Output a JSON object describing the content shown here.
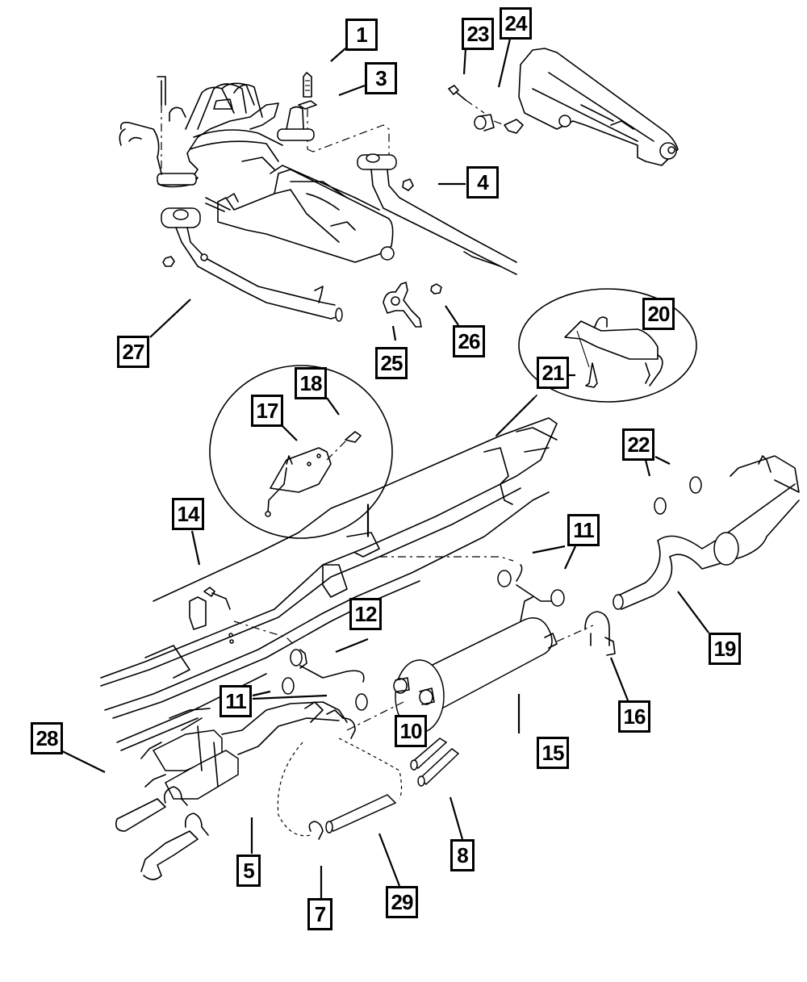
{
  "diagram": {
    "title": "Exhaust System Exploded Parts View",
    "callouts": [
      {
        "id": "c1",
        "label": "1"
      },
      {
        "id": "c3",
        "label": "3"
      },
      {
        "id": "c4",
        "label": "4"
      },
      {
        "id": "c5",
        "label": "5"
      },
      {
        "id": "c7",
        "label": "7"
      },
      {
        "id": "c8",
        "label": "8"
      },
      {
        "id": "c10",
        "label": "10"
      },
      {
        "id": "c11a",
        "label": "11"
      },
      {
        "id": "c11b",
        "label": "11"
      },
      {
        "id": "c12",
        "label": "12"
      },
      {
        "id": "c14",
        "label": "14"
      },
      {
        "id": "c15",
        "label": "15"
      },
      {
        "id": "c16",
        "label": "16"
      },
      {
        "id": "c17",
        "label": "17"
      },
      {
        "id": "c18",
        "label": "18"
      },
      {
        "id": "c19",
        "label": "19"
      },
      {
        "id": "c20",
        "label": "20"
      },
      {
        "id": "c21",
        "label": "21"
      },
      {
        "id": "c22",
        "label": "22"
      },
      {
        "id": "c23",
        "label": "23"
      },
      {
        "id": "c24",
        "label": "24"
      },
      {
        "id": "c25",
        "label": "25"
      },
      {
        "id": "c26",
        "label": "26"
      },
      {
        "id": "c27",
        "label": "27"
      },
      {
        "id": "c28",
        "label": "28"
      },
      {
        "id": "c29",
        "label": "29"
      }
    ],
    "parts": [
      "exhaust-manifold",
      "manifold-gasket",
      "manifold-bolt",
      "transmission",
      "front-pipe-left",
      "front-pipe-right",
      "transmission-mount",
      "mount-bolt",
      "bracket",
      "nut",
      "frame-rail",
      "heat-shield-detail",
      "hanger-detail",
      "catalytic-converter",
      "clamps",
      "extension-pipes",
      "muffler",
      "isolators",
      "tailpipe",
      "crossover-pipe"
    ]
  }
}
